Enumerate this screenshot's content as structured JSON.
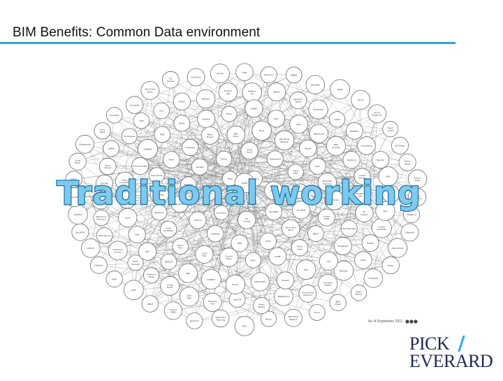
{
  "slide": {
    "title": "BIM Benefits: Common Data environment",
    "overlay_text": "Traditional working",
    "footnote": "As of September 2011",
    "logo": {
      "line1": "PICK",
      "line2": "EVERARD"
    }
  },
  "colors": {
    "accent_rule": "#2aa6df",
    "overlay_fill": "#7ec9ee",
    "overlay_stroke": "#1b6f9f",
    "logo_navy": "#1f2a55"
  },
  "cloud": {
    "labels": [
      "Audio Scrobbler",
      "MySpace",
      "DBpedia",
      "Geonames",
      "FOAF",
      "Freebase",
      "Music Brainz",
      "BBC Music",
      "Flickr",
      "RDF Book Mashup",
      "Revyu",
      "SIOC",
      "Semantic Web.org",
      "Jamendo",
      "Linked MDB",
      "DBLP",
      "ACM",
      "IEEE",
      "CiteSeer",
      "UniProt",
      "Bio2RDF",
      "PubMed",
      "GeneID",
      "KEGG",
      "Drug Bank",
      "Diseasome",
      "Daily Med",
      "LinkedCT",
      "Eurostat",
      "World Fact Book",
      "US Census",
      "GovTrack",
      "Twarql",
      "Yago",
      "OpenCyc",
      "UMBEL",
      "WordNet",
      "LODE",
      "Lexvo",
      "Good Relations",
      "Open Calais",
      "NYTimes",
      "Ontos News",
      "Sensor Data",
      "Linked GeoData",
      "EUNIS",
      "GTAA",
      "Pokedex",
      "Goodwin Family",
      "Chronicling America",
      "Telegraphis",
      "Event Media",
      "Last.FM",
      "Moseley Folk",
      "John Peel",
      "Surge Radio",
      "Fishes of Texas",
      "Taxon Concept",
      "Ordnance Survey",
      "Data.gov.uk",
      "Reference Data.gov",
      "legislation.gov.uk",
      "EDGAR",
      "Open Library",
      "LIBRIS",
      "Europeana",
      "VIAF",
      "ECS",
      "RISKS",
      "DBTune",
      "Product DB",
      "Hellenic PD",
      "Twitter",
      "Semantic Tweet",
      "Slideshare",
      "LOIUS",
      "BibBase",
      "Gutenberg",
      "Eprints",
      "RAE",
      "NSF",
      "Pisa",
      "Budapest",
      "Ulm",
      "P20",
      "Sussex",
      "Newcastle",
      "Roma",
      "CORDIS",
      "ERA",
      "DEPLOY",
      "IRIT",
      "Kisti",
      "Lotico",
      "Tags2con",
      "Open Corporates",
      "Scholarometer",
      "ChEMBL",
      "PDB",
      "HGNC",
      "InterPro",
      "Pfam",
      "OMIM",
      "MGI",
      "SGD",
      "Reactome",
      "SMC Journals",
      "Climbing",
      "Linked Sensor",
      "GeoWord Net",
      "El Viajero",
      "Rechtspraak",
      "Stock Index",
      "CORE",
      "DDC",
      "Crunch Base",
      "Chef Moz",
      "Music Moz"
    ]
  }
}
